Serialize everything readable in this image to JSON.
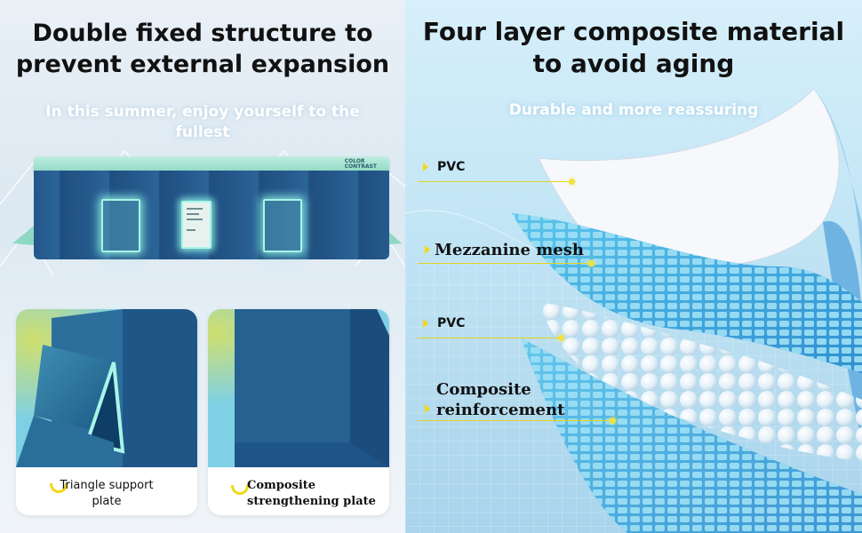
{
  "left": {
    "title_line1": "Double fixed structure to",
    "title_line2": "prevent external expansion",
    "subtitle_line1": "In this summer, enjoy yourself to the",
    "subtitle_line2": "fullest",
    "pool_brand": "COLOR\nCONTRAST",
    "cards": [
      {
        "caption_line1": "Triangle support",
        "caption_line2": "plate"
      },
      {
        "caption_line1": "Composite",
        "caption_line2": "strengthening plate"
      }
    ]
  },
  "right": {
    "title_line1": "Four layer composite material",
    "title_line2": "to avoid aging",
    "subtitle": "Durable and more reassuring",
    "callouts": {
      "pvc_top": "PVC",
      "mesh": "Mezzanine mesh",
      "pvc_mid": "PVC",
      "reinforcement_line1": "Composite",
      "reinforcement_line2": "reinforcement"
    }
  },
  "colors": {
    "accent_yellow": "#f0d816",
    "pool_blue": "#24578a",
    "glow_mint": "#a8f5e8",
    "sky_blue": "#c3e6f6"
  }
}
